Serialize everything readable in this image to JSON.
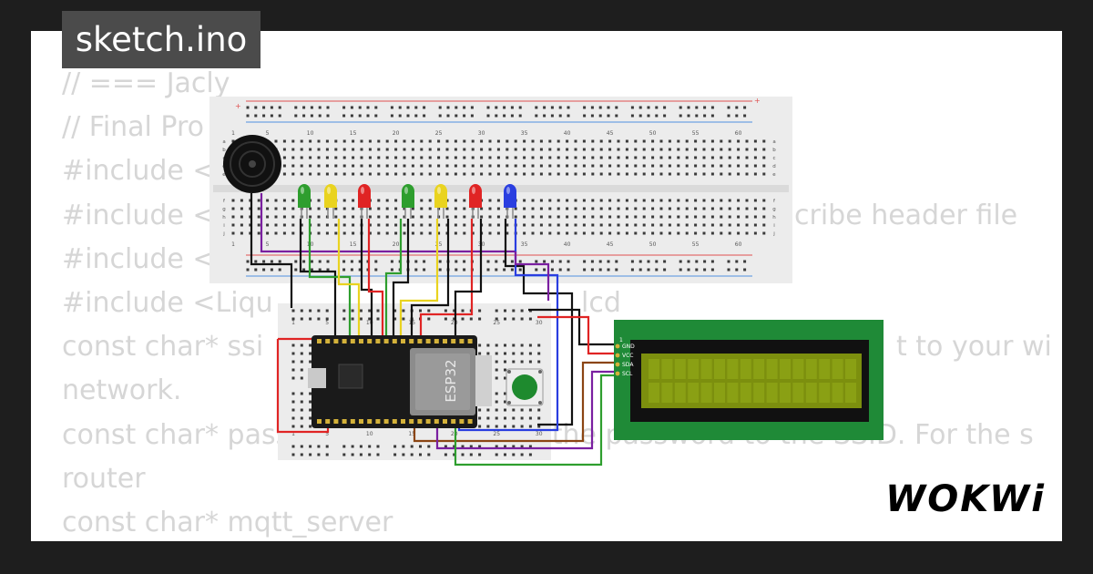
{
  "window": {
    "tab_title": "sketch.ino"
  },
  "code_lines": [
    "// === Jacly",
    "// Final Pro",
    "#include <W",
    "#include <I",
    "#include <Wire.h>",
    "#include <Liqu",
    "const char* ssi",
    "network.",
    "const char* password",
    "router",
    "const char* mqtt_server"
  ],
  "code_fragments": {
    "line4_right": "cribe header file",
    "line6_mid": "lcd",
    "line7_right": "t to your wi",
    "line9_right": "; // This is the password to the SSID. For the s"
  },
  "components": {
    "mcu_label": "ESP32",
    "lcd_pins": [
      "GND",
      "VCC",
      "SDA",
      "SCL"
    ],
    "lcd_pin_marker": "1",
    "leds": [
      {
        "name": "green",
        "color": "#2e9e2e"
      },
      {
        "name": "yellow",
        "color": "#e9d31f"
      },
      {
        "name": "red",
        "color": "#e02424"
      },
      {
        "name": "green",
        "color": "#2e9e2e"
      },
      {
        "name": "yellow",
        "color": "#e9d31f"
      },
      {
        "name": "red",
        "color": "#e02424"
      },
      {
        "name": "blue",
        "color": "#2a3ee0"
      }
    ]
  },
  "breadboard_numbers": [
    "1",
    "5",
    "10",
    "15",
    "20",
    "25",
    "30",
    "35",
    "40",
    "45",
    "50",
    "55",
    "60"
  ],
  "small_board_numbers": [
    "1",
    "5",
    "10",
    "15",
    "20",
    "25",
    "30"
  ],
  "row_letters": [
    "a",
    "b",
    "c",
    "d",
    "e",
    "f",
    "g",
    "h",
    "i",
    "j"
  ],
  "colors": {
    "background": "#1e1e1e",
    "card": "#ffffff",
    "tab_bg": "#4b4b4b",
    "code_text": "#d6d6d6",
    "lcd_pcb": "#1f8a37",
    "lcd_screen": "#7c8f0e",
    "mcu": "#1a1a1a"
  },
  "brand": {
    "logo_text": "WOKWi"
  }
}
